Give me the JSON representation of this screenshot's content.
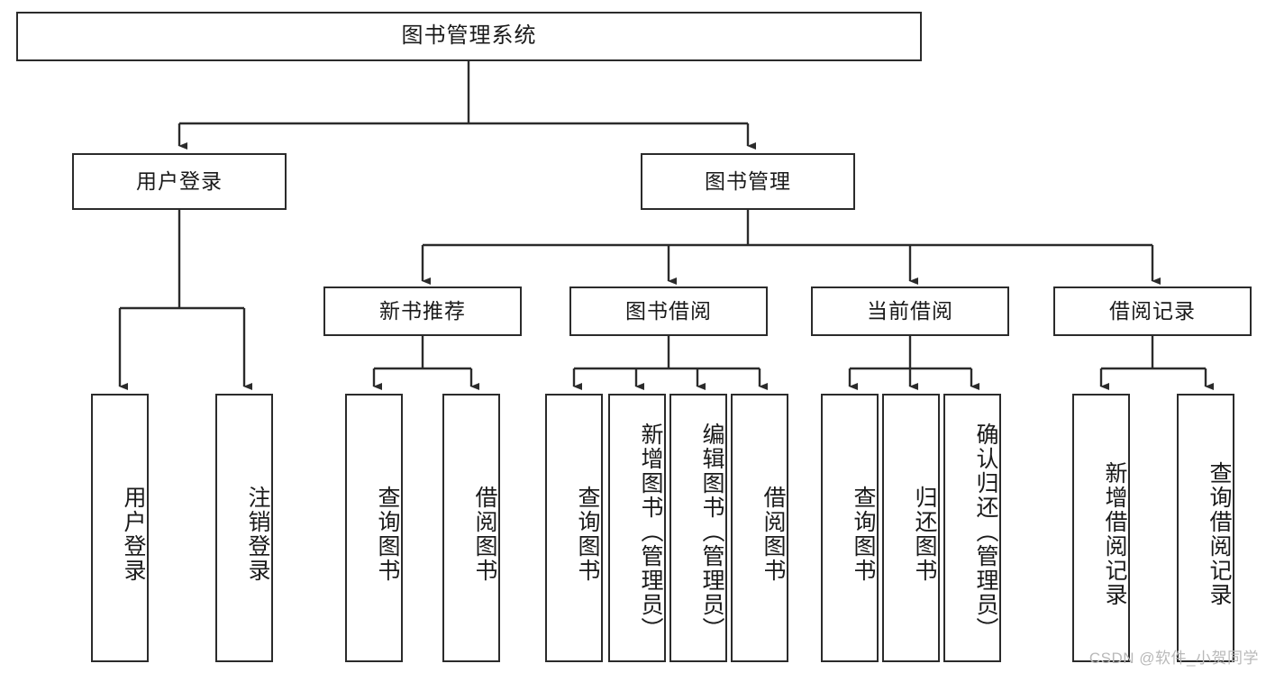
{
  "diagram": {
    "title": "图书管理系统",
    "type": "tree-hierarchy-diagram",
    "watermark": "CSDN @软件_小贺同学",
    "colors": {
      "box_border": "#2b2b2b",
      "box_fill": "#ffffff",
      "connector": "#2b2b2b",
      "text": "#1a1a1a",
      "watermark": "#b9b9b9",
      "background": "#ffffff"
    }
  },
  "nodes": {
    "root": {
      "label": "图书管理系统"
    },
    "level2": [
      {
        "id": "user-login",
        "label": "用户登录"
      },
      {
        "id": "book-management",
        "label": "图书管理"
      }
    ],
    "level3": [
      {
        "id": "new-book-recommend",
        "label": "新书推荐"
      },
      {
        "id": "book-borrow",
        "label": "图书借阅"
      },
      {
        "id": "current-borrow",
        "label": "当前借阅"
      },
      {
        "id": "borrow-record",
        "label": "借阅记录"
      }
    ],
    "leaves": {
      "user_login": [
        {
          "id": "leaf-user-login",
          "label": "用户登录"
        },
        {
          "id": "leaf-logout-login",
          "label": "注销登录"
        }
      ],
      "new_book_recommend": [
        {
          "id": "leaf-query-book-1",
          "label": "查询图书"
        },
        {
          "id": "leaf-borrow-book-1",
          "label": "借阅图书"
        }
      ],
      "book_borrow": [
        {
          "id": "leaf-query-book-2",
          "label": "查询图书"
        },
        {
          "id": "leaf-add-book",
          "label": "新增图书（管理员）"
        },
        {
          "id": "leaf-edit-book",
          "label": "编辑图书（管理员）"
        },
        {
          "id": "leaf-borrow-book-2",
          "label": "借阅图书"
        }
      ],
      "current_borrow": [
        {
          "id": "leaf-query-book-3",
          "label": "查询图书"
        },
        {
          "id": "leaf-return-book",
          "label": "归还图书"
        },
        {
          "id": "leaf-confirm-return",
          "label": "确认归还（管理员）"
        }
      ],
      "borrow_record": [
        {
          "id": "leaf-add-record",
          "label": "新增借阅记录"
        },
        {
          "id": "leaf-query-record",
          "label": "查询借阅记录"
        }
      ]
    }
  }
}
